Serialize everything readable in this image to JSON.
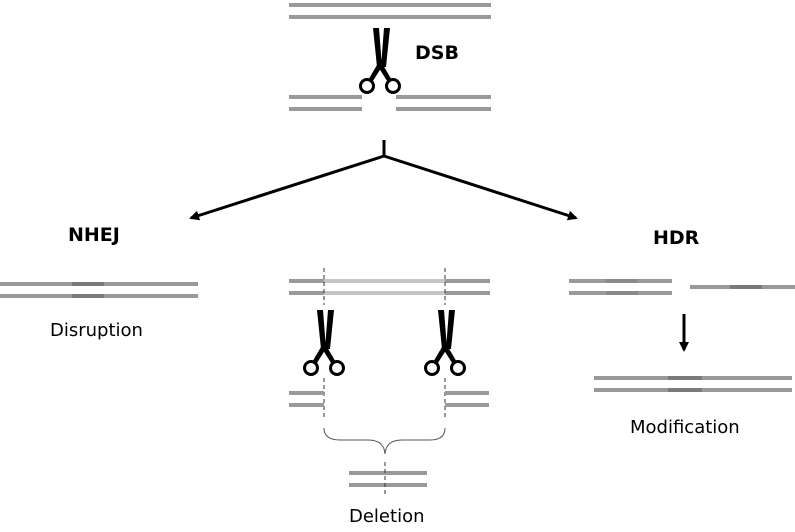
{
  "labels": {
    "dsb": "DSB",
    "nhej": "NHEJ",
    "hdr": "HDR",
    "disruption": "Disruption",
    "deletion": "Deletion",
    "modification": "Modification"
  },
  "colors": {
    "strand": "#999999",
    "strand_dark": "#7a7a7a",
    "strand_light": "#c4c4c4",
    "ink": "#000000"
  },
  "icons": [
    "scissors-icon",
    "arrow-icon",
    "brace-icon"
  ]
}
